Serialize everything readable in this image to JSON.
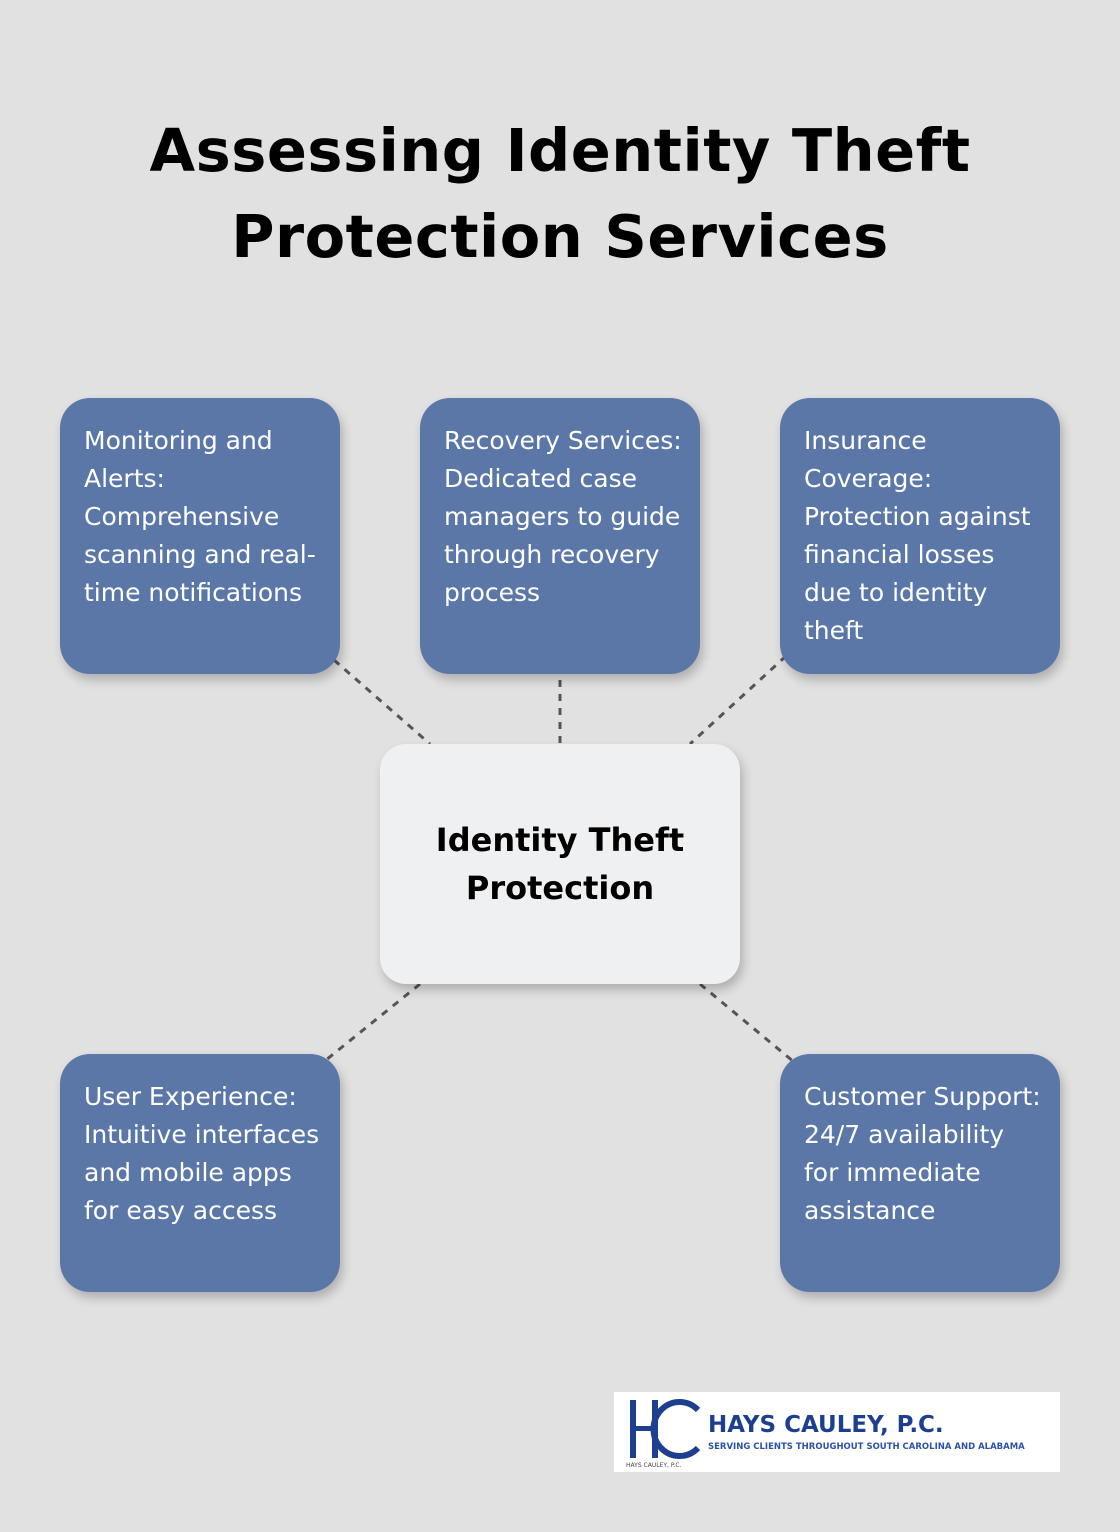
{
  "title": "Assessing Identity Theft Protection Services",
  "center": {
    "label": "Identity Theft Protection"
  },
  "nodes": [
    {
      "text": "Monitoring and Alerts: Comprehensive scanning and real-time notifications"
    },
    {
      "text": "Recovery Services: Dedicated case managers to guide through recovery process"
    },
    {
      "text": "Insurance Coverage: Protection against financial losses due to identity theft"
    },
    {
      "text": "User Experience: Intuitive interfaces and mobile apps for easy access"
    },
    {
      "text": "Customer Support: 24/7 availability for immediate assistance"
    }
  ],
  "logo": {
    "name": "HAYS CAULEY, P.C.",
    "tagline": "SERVING CLIENTS THROUGHOUT SOUTH CAROLINA AND ALABAMA",
    "small_text": "HAYS CAULEY, P.C."
  },
  "colors": {
    "background": "#e0e1e0",
    "node_fill": "#5b77a8",
    "center_fill": "#eff0f2",
    "connector": "#555555",
    "logo_blue": "#1e3f8f"
  }
}
